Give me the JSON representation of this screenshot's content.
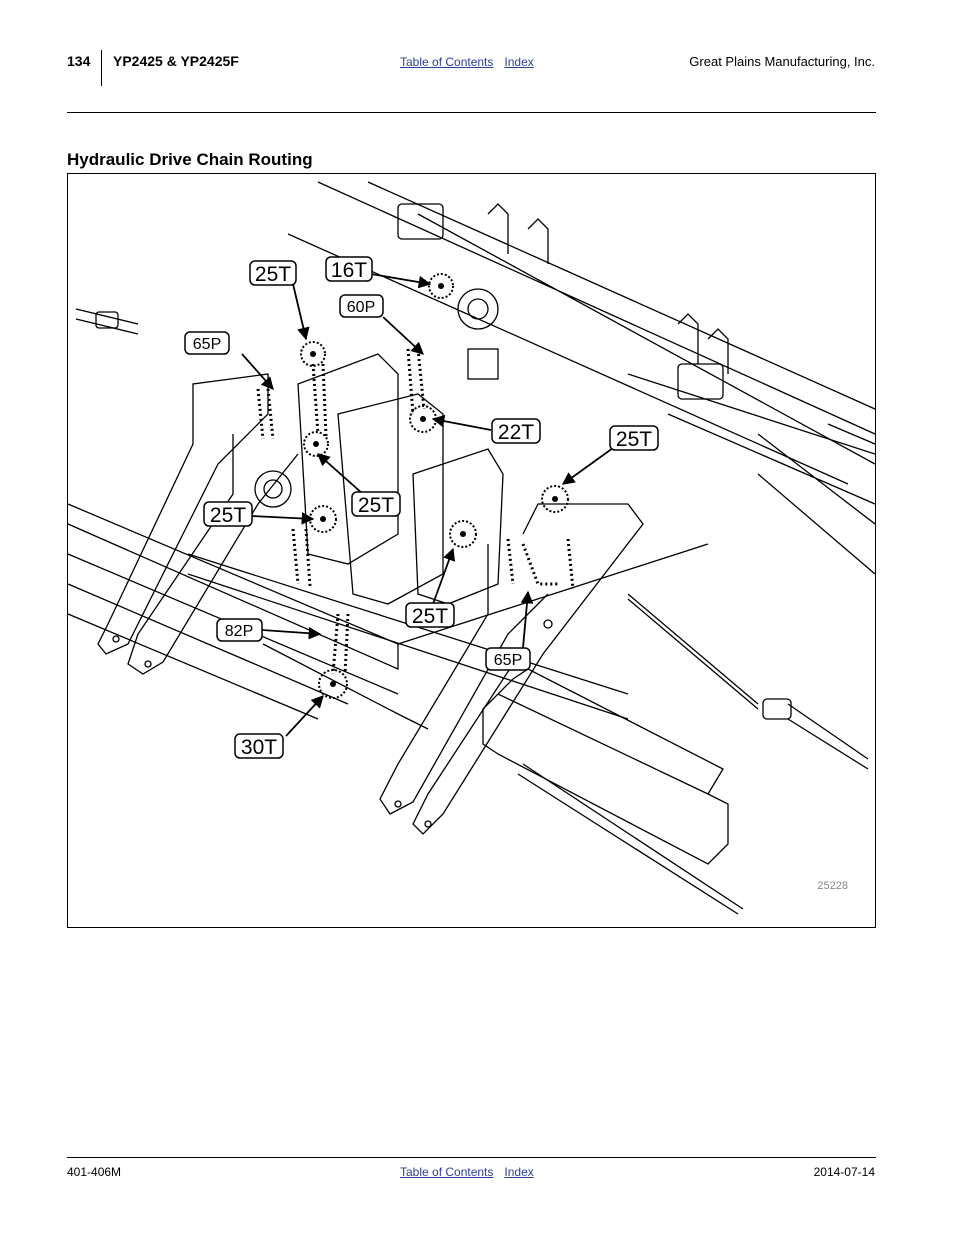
{
  "header": {
    "page_number": "134",
    "model": "YP2425 & YP2425F",
    "toc_link": "Table of Contents",
    "index_link": "Index",
    "company": "Great Plains Manufacturing, Inc."
  },
  "section": {
    "title": "Hydraulic Drive Chain Routing"
  },
  "figure": {
    "figure_id": "25228",
    "callouts": {
      "c25t_a": "25T",
      "c16t": "16T",
      "c60p": "60P",
      "c65p_a": "65P",
      "c22t": "22T",
      "c25t_b": "25T",
      "c25t_c": "25T",
      "c25t_d": "25T",
      "c25t_e": "25T",
      "c82p": "82P",
      "c65p_b": "65P",
      "c30t": "30T"
    }
  },
  "footer": {
    "doc_number": "401-406M",
    "toc_link": "Table of Contents",
    "index_link": "Index",
    "date": "2014-07-14"
  }
}
